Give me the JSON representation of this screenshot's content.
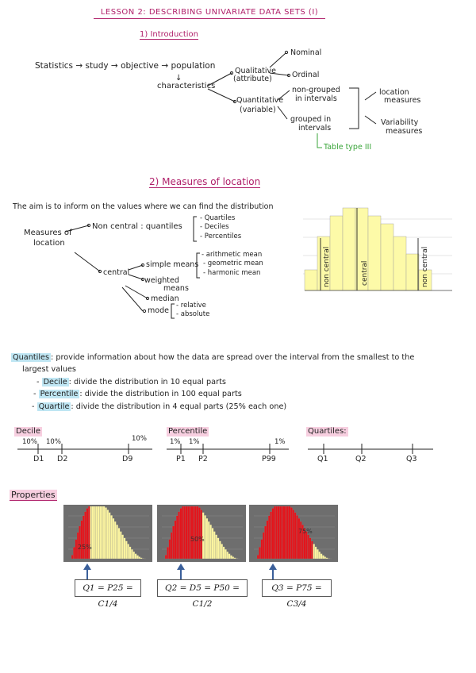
{
  "header": {
    "title": "LESSON 2: DESCRIBING UNIVARIATE DATA SETS (I)"
  },
  "intro": {
    "heading": "1) Introduction",
    "chain": "Statistics → study → objective → population",
    "characteristics": "characteristics",
    "qualitative": "Qualitative",
    "attribute": "(attribute)",
    "nominal": "Nominal",
    "ordinal": "Ordinal",
    "quantitative": "Quantitative",
    "variable": "(variable)",
    "non_grouped": "non-grouped",
    "in_intervals": "in intervals",
    "grouped": "grouped in",
    "intervals": "intervals",
    "location": "location",
    "measures": "measures",
    "variability": "Variability",
    "measures2": "measures",
    "table_type": "Table type III"
  },
  "location": {
    "heading": "2) Measures of location",
    "aim": "The aim is to inform on the values where we can find the distribution",
    "measures_of": "Measures of",
    "location_word": "location",
    "non_central": "Non central : quantiles",
    "quartiles": "- Quartiles",
    "deciles": "- Deciles",
    "percentiles": "- Percentiles",
    "central": "central",
    "simple_means": "simple means",
    "arith": "- arithmetic mean",
    "geom": "- geometric mean",
    "harm": "- harmonic mean",
    "weighted": "weighted",
    "means": "means",
    "median": "median",
    "mode": "mode",
    "relative": "- relative",
    "absolute": "- absolute",
    "hist_labels": [
      "non central",
      "central",
      "non central"
    ]
  },
  "quantiles": {
    "term": "Quantiles",
    "desc1": ": provide information about how the data are spread over the interval from the smallest to the",
    "desc2": "largest values",
    "decile_term": "Decile",
    "decile_desc": ": divide the distribution in 10 equal parts",
    "percentile_term": "Percentile",
    "percentile_desc": ": divide the distribution in 100  equal parts",
    "quartile_term": "Quartile",
    "quartile_desc": ": divide the distribution in 4 equal parts (25% each one)"
  },
  "lines": {
    "decile_label": "Decile",
    "percentile_label": "Percentile",
    "quartile_label": "Quartiles:",
    "d_pct": [
      "10%",
      "10%",
      "10%"
    ],
    "d_marks": [
      "D1",
      "D2",
      "D9"
    ],
    "p_pct": [
      "1%",
      "1%",
      "1%"
    ],
    "p_marks": [
      "P1",
      "P2",
      "P99"
    ],
    "q_marks": [
      "Q1",
      "Q2",
      "Q3"
    ]
  },
  "properties": {
    "heading": "Properties",
    "charts": [
      {
        "percent": "25%",
        "fraction": 0.25,
        "formula": "Q1 = P25 = C1/4"
      },
      {
        "percent": "50%",
        "fraction": 0.5,
        "formula": "Q2 = D5 = P50 = C1/2"
      },
      {
        "percent": "75%",
        "fraction": 0.75,
        "formula": "Q3 = P75 = C3/4"
      }
    ],
    "colors": {
      "red": "#e4141b",
      "yellow": "#fbf4a0",
      "bg": "#6e6e6e",
      "arrow": "#3a5f9a"
    }
  }
}
